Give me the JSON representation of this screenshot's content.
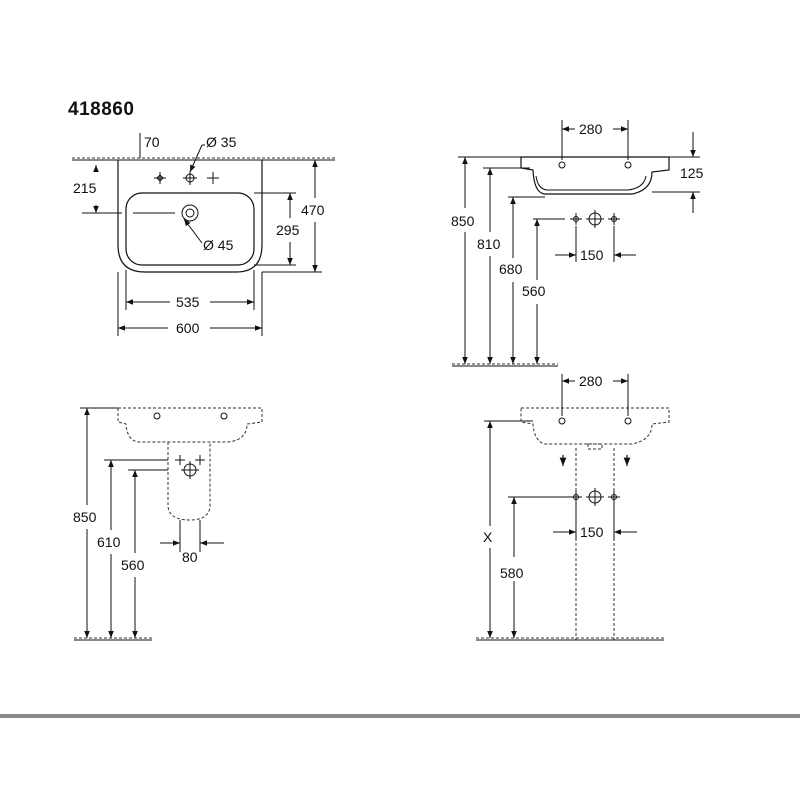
{
  "product_code": "418860",
  "views": {
    "top_view": {
      "dim_70": "70",
      "dim_dia35": "Ø 35",
      "dim_215": "215",
      "dim_470": "470",
      "dim_295": "295",
      "dim_dia45": "Ø 45",
      "dim_535": "535",
      "dim_600": "600"
    },
    "side_view_wall": {
      "dim_280": "280",
      "dim_125": "125",
      "dim_850": "850",
      "dim_810": "810",
      "dim_680": "680",
      "dim_560": "560",
      "dim_150": "150"
    },
    "side_view_half_pedestal": {
      "dim_850": "850",
      "dim_610": "610",
      "dim_560": "560",
      "dim_80": "80"
    },
    "front_view_pedestal": {
      "dim_280": "280",
      "dim_x": "X",
      "dim_150": "150",
      "dim_580": "580"
    }
  }
}
